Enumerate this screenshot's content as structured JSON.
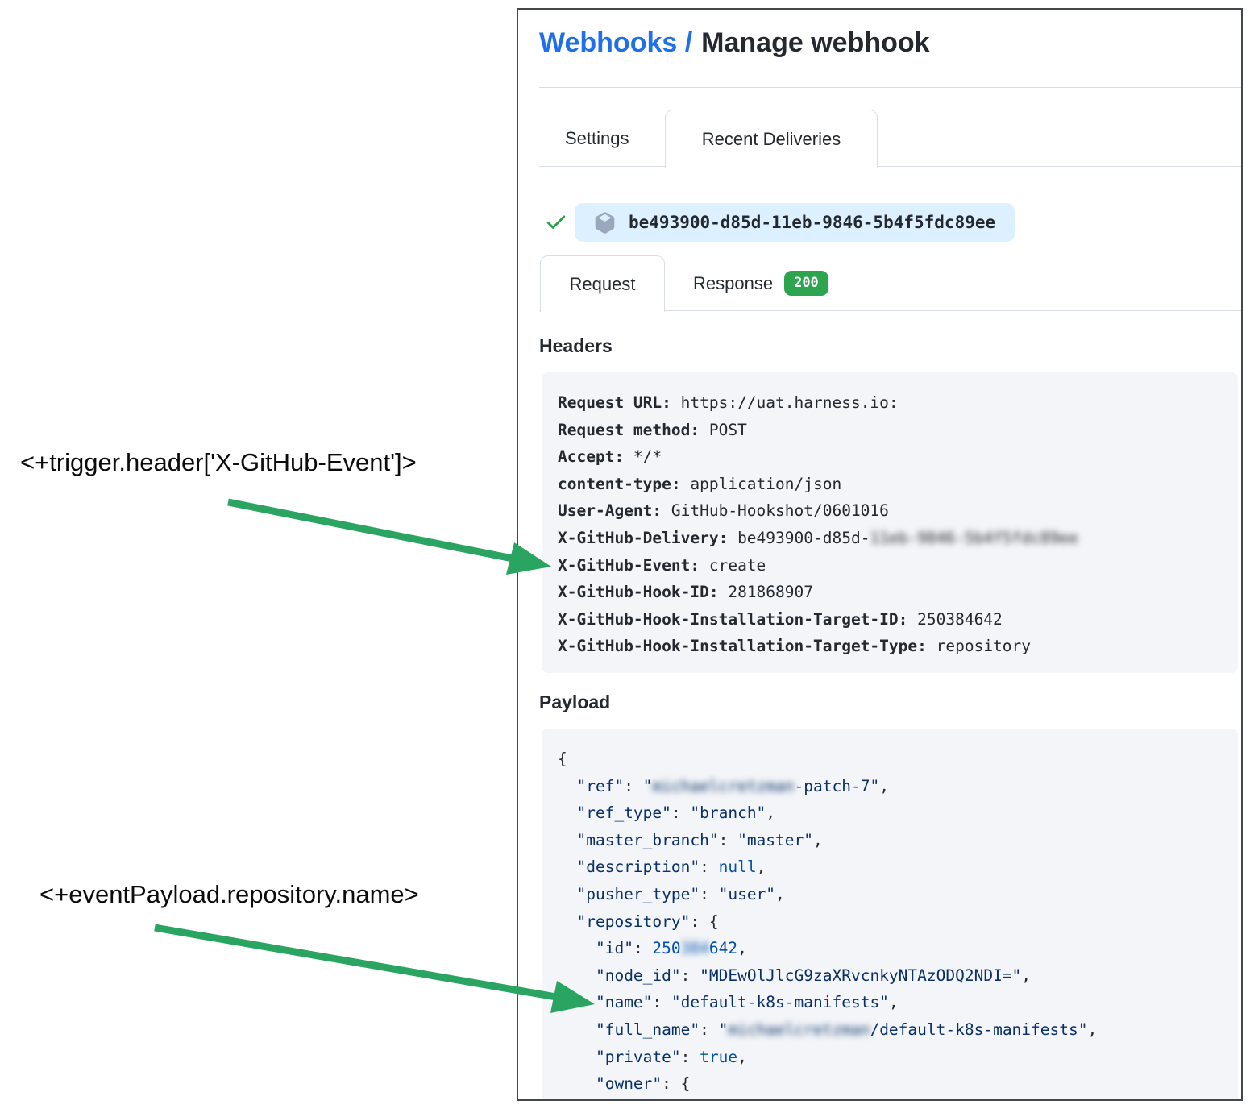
{
  "colors": {
    "link_blue": "#1f6feb",
    "text_dark": "#24292f",
    "tab_border": "#d8dee4",
    "code_bg": "#f3f5f8",
    "pill_bg": "#ddf0ff",
    "check_green": "#26a148",
    "badge_green": "#2da44e",
    "arrow_green": "#2aa561",
    "package_icon_gray": "#9aa7bd",
    "json_string": "#0a3069",
    "json_const": "#0550ae",
    "panel_border": "#43484d"
  },
  "page_title": {
    "link": "Webhooks /",
    "current": "Manage webhook"
  },
  "tabs": [
    {
      "label": "Settings",
      "active": false
    },
    {
      "label": "Recent Deliveries",
      "active": true
    }
  ],
  "delivery": {
    "status_icon": "check-icon",
    "item_icon": "package-icon",
    "guid": "be493900-d85d-11eb-9846-5b4f5fdc89ee"
  },
  "subtabs": {
    "request_label": "Request",
    "response_label": "Response",
    "response_status": "200"
  },
  "section_headers": {
    "headers": "Headers",
    "payload": "Payload"
  },
  "headers_block": {
    "lines": [
      [
        {
          "t": "Request URL:",
          "c": "hkey"
        },
        {
          "t": " https://uat.harness.io:",
          "c": "hval"
        }
      ],
      [
        {
          "t": "Request method:",
          "c": "hkey"
        },
        {
          "t": " POST",
          "c": "hval"
        }
      ],
      [
        {
          "t": "Accept:",
          "c": "hkey"
        },
        {
          "t": " */*",
          "c": "hval"
        }
      ],
      [
        {
          "t": "content-type:",
          "c": "hkey"
        },
        {
          "t": " application/json",
          "c": "hval"
        }
      ],
      [
        {
          "t": "User-Agent:",
          "c": "hkey"
        },
        {
          "t": " GitHub-Hookshot/0601016",
          "c": "hval"
        }
      ],
      [
        {
          "t": "X-GitHub-Delivery:",
          "c": "hkey"
        },
        {
          "t": " be493900-d85d-",
          "c": "hval"
        },
        {
          "t": "11eb-9846-5b4f5fdc89ee",
          "c": "hval",
          "blur": true
        }
      ],
      [
        {
          "t": "X-GitHub-Event:",
          "c": "hkey"
        },
        {
          "t": " create",
          "c": "hval"
        }
      ],
      [
        {
          "t": "X-GitHub-Hook-ID:",
          "c": "hkey"
        },
        {
          "t": " 281868907",
          "c": "hval"
        }
      ],
      [
        {
          "t": "X-GitHub-Hook-Installation-Target-ID:",
          "c": "hkey"
        },
        {
          "t": " 250384642",
          "c": "hval"
        }
      ],
      [
        {
          "t": "X-GitHub-Hook-Installation-Target-Type:",
          "c": "hkey"
        },
        {
          "t": " repository",
          "c": "hval"
        }
      ]
    ]
  },
  "payload_block": {
    "lines": [
      [
        {
          "t": "{",
          "c": "pun"
        }
      ],
      [
        {
          "t": "  ",
          "c": "pun"
        },
        {
          "t": "\"ref\"",
          "c": "str"
        },
        {
          "t": ": ",
          "c": "pun"
        },
        {
          "t": "\"",
          "c": "str"
        },
        {
          "t": "michaelcretzman",
          "c": "str",
          "blur": true
        },
        {
          "t": "-patch-7\"",
          "c": "str"
        },
        {
          "t": ",",
          "c": "pun"
        }
      ],
      [
        {
          "t": "  ",
          "c": "pun"
        },
        {
          "t": "\"ref_type\"",
          "c": "str"
        },
        {
          "t": ": ",
          "c": "pun"
        },
        {
          "t": "\"branch\"",
          "c": "str"
        },
        {
          "t": ",",
          "c": "pun"
        }
      ],
      [
        {
          "t": "  ",
          "c": "pun"
        },
        {
          "t": "\"master_branch\"",
          "c": "str"
        },
        {
          "t": ": ",
          "c": "pun"
        },
        {
          "t": "\"master\"",
          "c": "str"
        },
        {
          "t": ",",
          "c": "pun"
        }
      ],
      [
        {
          "t": "  ",
          "c": "pun"
        },
        {
          "t": "\"description\"",
          "c": "str"
        },
        {
          "t": ": ",
          "c": "pun"
        },
        {
          "t": "null",
          "c": "kw"
        },
        {
          "t": ",",
          "c": "pun"
        }
      ],
      [
        {
          "t": "  ",
          "c": "pun"
        },
        {
          "t": "\"pusher_type\"",
          "c": "str"
        },
        {
          "t": ": ",
          "c": "pun"
        },
        {
          "t": "\"user\"",
          "c": "str"
        },
        {
          "t": ",",
          "c": "pun"
        }
      ],
      [
        {
          "t": "  ",
          "c": "pun"
        },
        {
          "t": "\"repository\"",
          "c": "str"
        },
        {
          "t": ": {",
          "c": "pun"
        }
      ],
      [
        {
          "t": "    ",
          "c": "pun"
        },
        {
          "t": "\"id\"",
          "c": "str"
        },
        {
          "t": ": ",
          "c": "pun"
        },
        {
          "t": "250",
          "c": "kw"
        },
        {
          "t": "384",
          "c": "kw",
          "blur": true
        },
        {
          "t": "642",
          "c": "kw"
        },
        {
          "t": ",",
          "c": "pun"
        }
      ],
      [
        {
          "t": "    ",
          "c": "pun"
        },
        {
          "t": "\"node_id\"",
          "c": "str"
        },
        {
          "t": ": ",
          "c": "pun"
        },
        {
          "t": "\"MDEwOlJlcG9zaXRvcnkyNTAzODQ2NDI=\"",
          "c": "str"
        },
        {
          "t": ",",
          "c": "pun"
        }
      ],
      [
        {
          "t": "    ",
          "c": "pun"
        },
        {
          "t": "\"name\"",
          "c": "str"
        },
        {
          "t": ": ",
          "c": "pun"
        },
        {
          "t": "\"default-k8s-manifests\"",
          "c": "str"
        },
        {
          "t": ",",
          "c": "pun"
        }
      ],
      [
        {
          "t": "    ",
          "c": "pun"
        },
        {
          "t": "\"full_name\"",
          "c": "str"
        },
        {
          "t": ": ",
          "c": "pun"
        },
        {
          "t": "\"",
          "c": "str"
        },
        {
          "t": "michaelcretzman",
          "c": "str",
          "blur": true
        },
        {
          "t": "/default-k8s-manifests\"",
          "c": "str"
        },
        {
          "t": ",",
          "c": "pun"
        }
      ],
      [
        {
          "t": "    ",
          "c": "pun"
        },
        {
          "t": "\"private\"",
          "c": "str"
        },
        {
          "t": ": ",
          "c": "pun"
        },
        {
          "t": "true",
          "c": "kw"
        },
        {
          "t": ",",
          "c": "pun"
        }
      ],
      [
        {
          "t": "    ",
          "c": "pun"
        },
        {
          "t": "\"owner\"",
          "c": "str"
        },
        {
          "t": ": {",
          "c": "pun"
        }
      ]
    ]
  },
  "annotations": [
    {
      "text": "<+trigger.header['X-GitHub-Event']>"
    },
    {
      "text": "<+eventPayload.repository.name>"
    }
  ]
}
